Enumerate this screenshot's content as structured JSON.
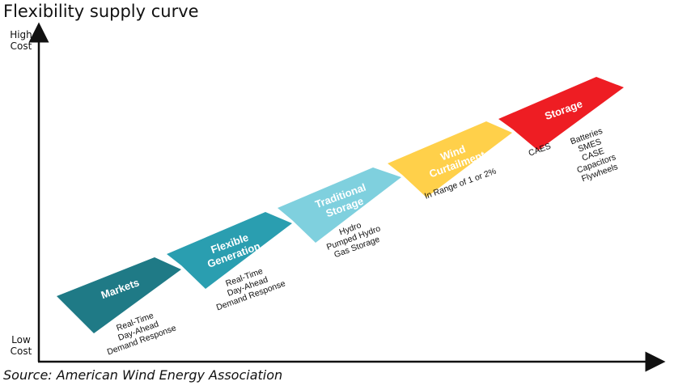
{
  "title": "Flexibility supply curve",
  "y_axis": {
    "top_label": [
      "High",
      "Cost"
    ],
    "bottom_label": [
      "Low",
      "Cost"
    ]
  },
  "source": "Source: American Wind Energy Association",
  "colors": {
    "markets": "#1f7a86",
    "flexible_generation": "#2a9eb0",
    "traditional_storage": "#7fd0de",
    "wind_curtailment": "#ffd04a",
    "storage": "#ee1d23"
  },
  "stages": [
    {
      "id": "markets",
      "title": [
        "Markets"
      ],
      "details": [
        [
          "Real-Time",
          "Day-Ahead",
          "Demand Response"
        ]
      ]
    },
    {
      "id": "flexible_generation",
      "title": [
        "Flexible",
        "Generation"
      ],
      "details": [
        [
          "Real-Time",
          "Day-Ahead",
          "Demand Response"
        ]
      ]
    },
    {
      "id": "traditional_storage",
      "title": [
        "Traditional",
        "Storage"
      ],
      "details": [
        [
          "Hydro",
          "Pumped Hydro",
          "Gas Storage"
        ]
      ]
    },
    {
      "id": "wind_curtailment",
      "title": [
        "Wind",
        "Curtailment"
      ],
      "details": [
        [
          "In Range of 1 or 2%"
        ]
      ]
    },
    {
      "id": "storage",
      "title": [
        "Storage"
      ],
      "details": [
        [
          "CAES"
        ],
        [
          "Batteries",
          "SMES",
          "CASE",
          "Capacitors",
          "Flywheels"
        ]
      ]
    }
  ]
}
